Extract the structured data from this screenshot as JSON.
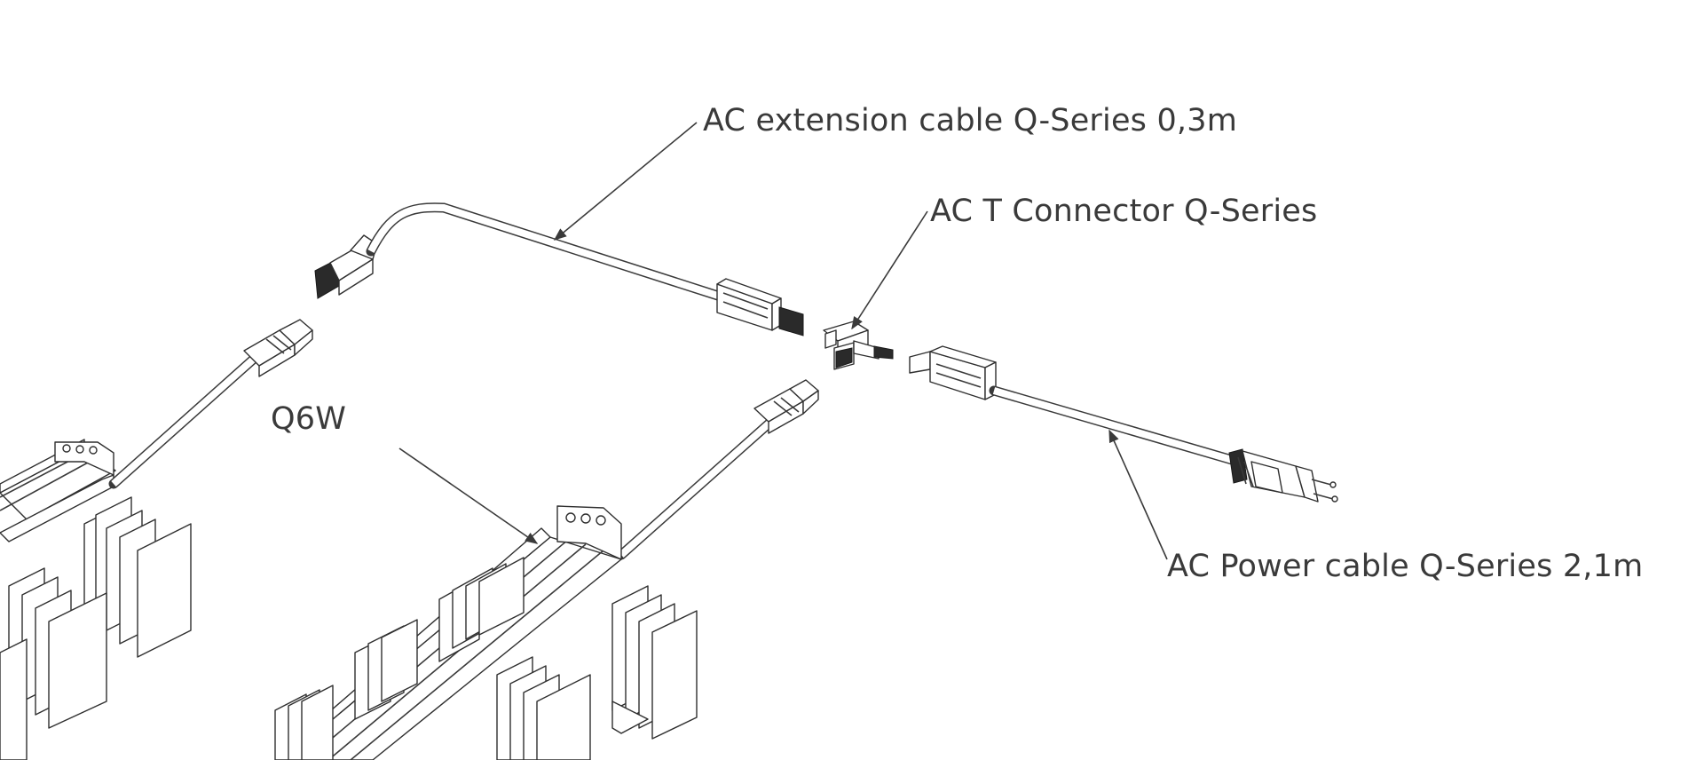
{
  "diagram": {
    "labels": {
      "extension_cable": "AC extension cable Q-Series 0,3m",
      "t_connector": "AC T Connector Q-Series",
      "power_cable": "AC Power cable Q-Series 2,1m",
      "inverter": "Q6W"
    },
    "colors": {
      "ink": "#3a3a3a",
      "background": "#ffffff"
    }
  }
}
